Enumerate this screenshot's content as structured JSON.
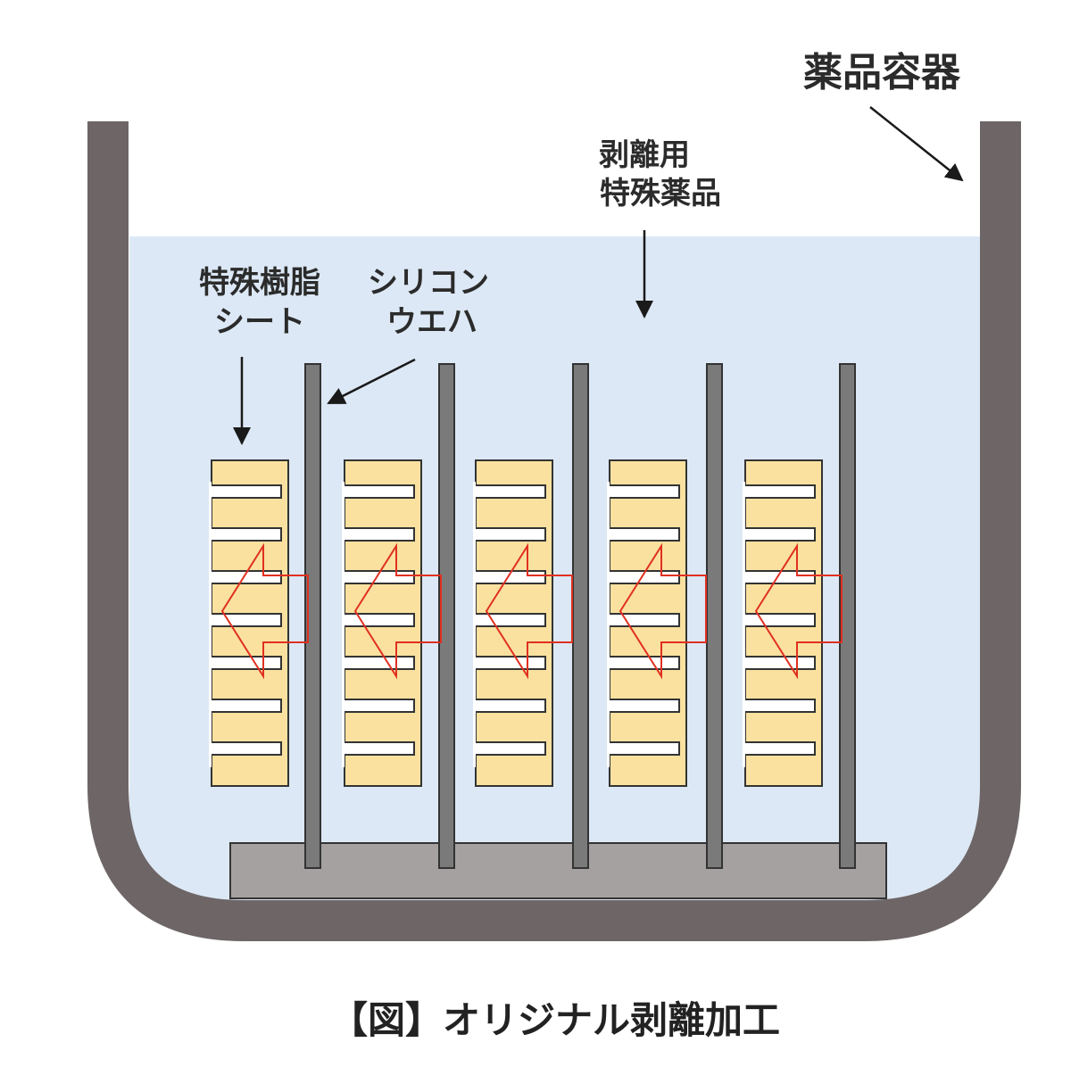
{
  "labels": {
    "container": "薬品容器",
    "chemical_line1": "剥離用",
    "chemical_line2": "特殊薬品",
    "resin_line1": "特殊樹脂",
    "resin_line2": "シート",
    "wafer_line1": "シリコン",
    "wafer_line2": "ウエハ"
  },
  "caption": "【図】オリジナル剥離加工",
  "colors": {
    "container": "#6d6566",
    "liquid": "#dce8f5",
    "resin": "#fae1a0",
    "resin_stroke": "#333333",
    "wafer": "#7a7a7a",
    "base": "#a5a1a0",
    "peel_arrow": "#e03020"
  },
  "counts": {
    "stacks": 5,
    "wafers": 5,
    "layers_per_stack": 8
  }
}
